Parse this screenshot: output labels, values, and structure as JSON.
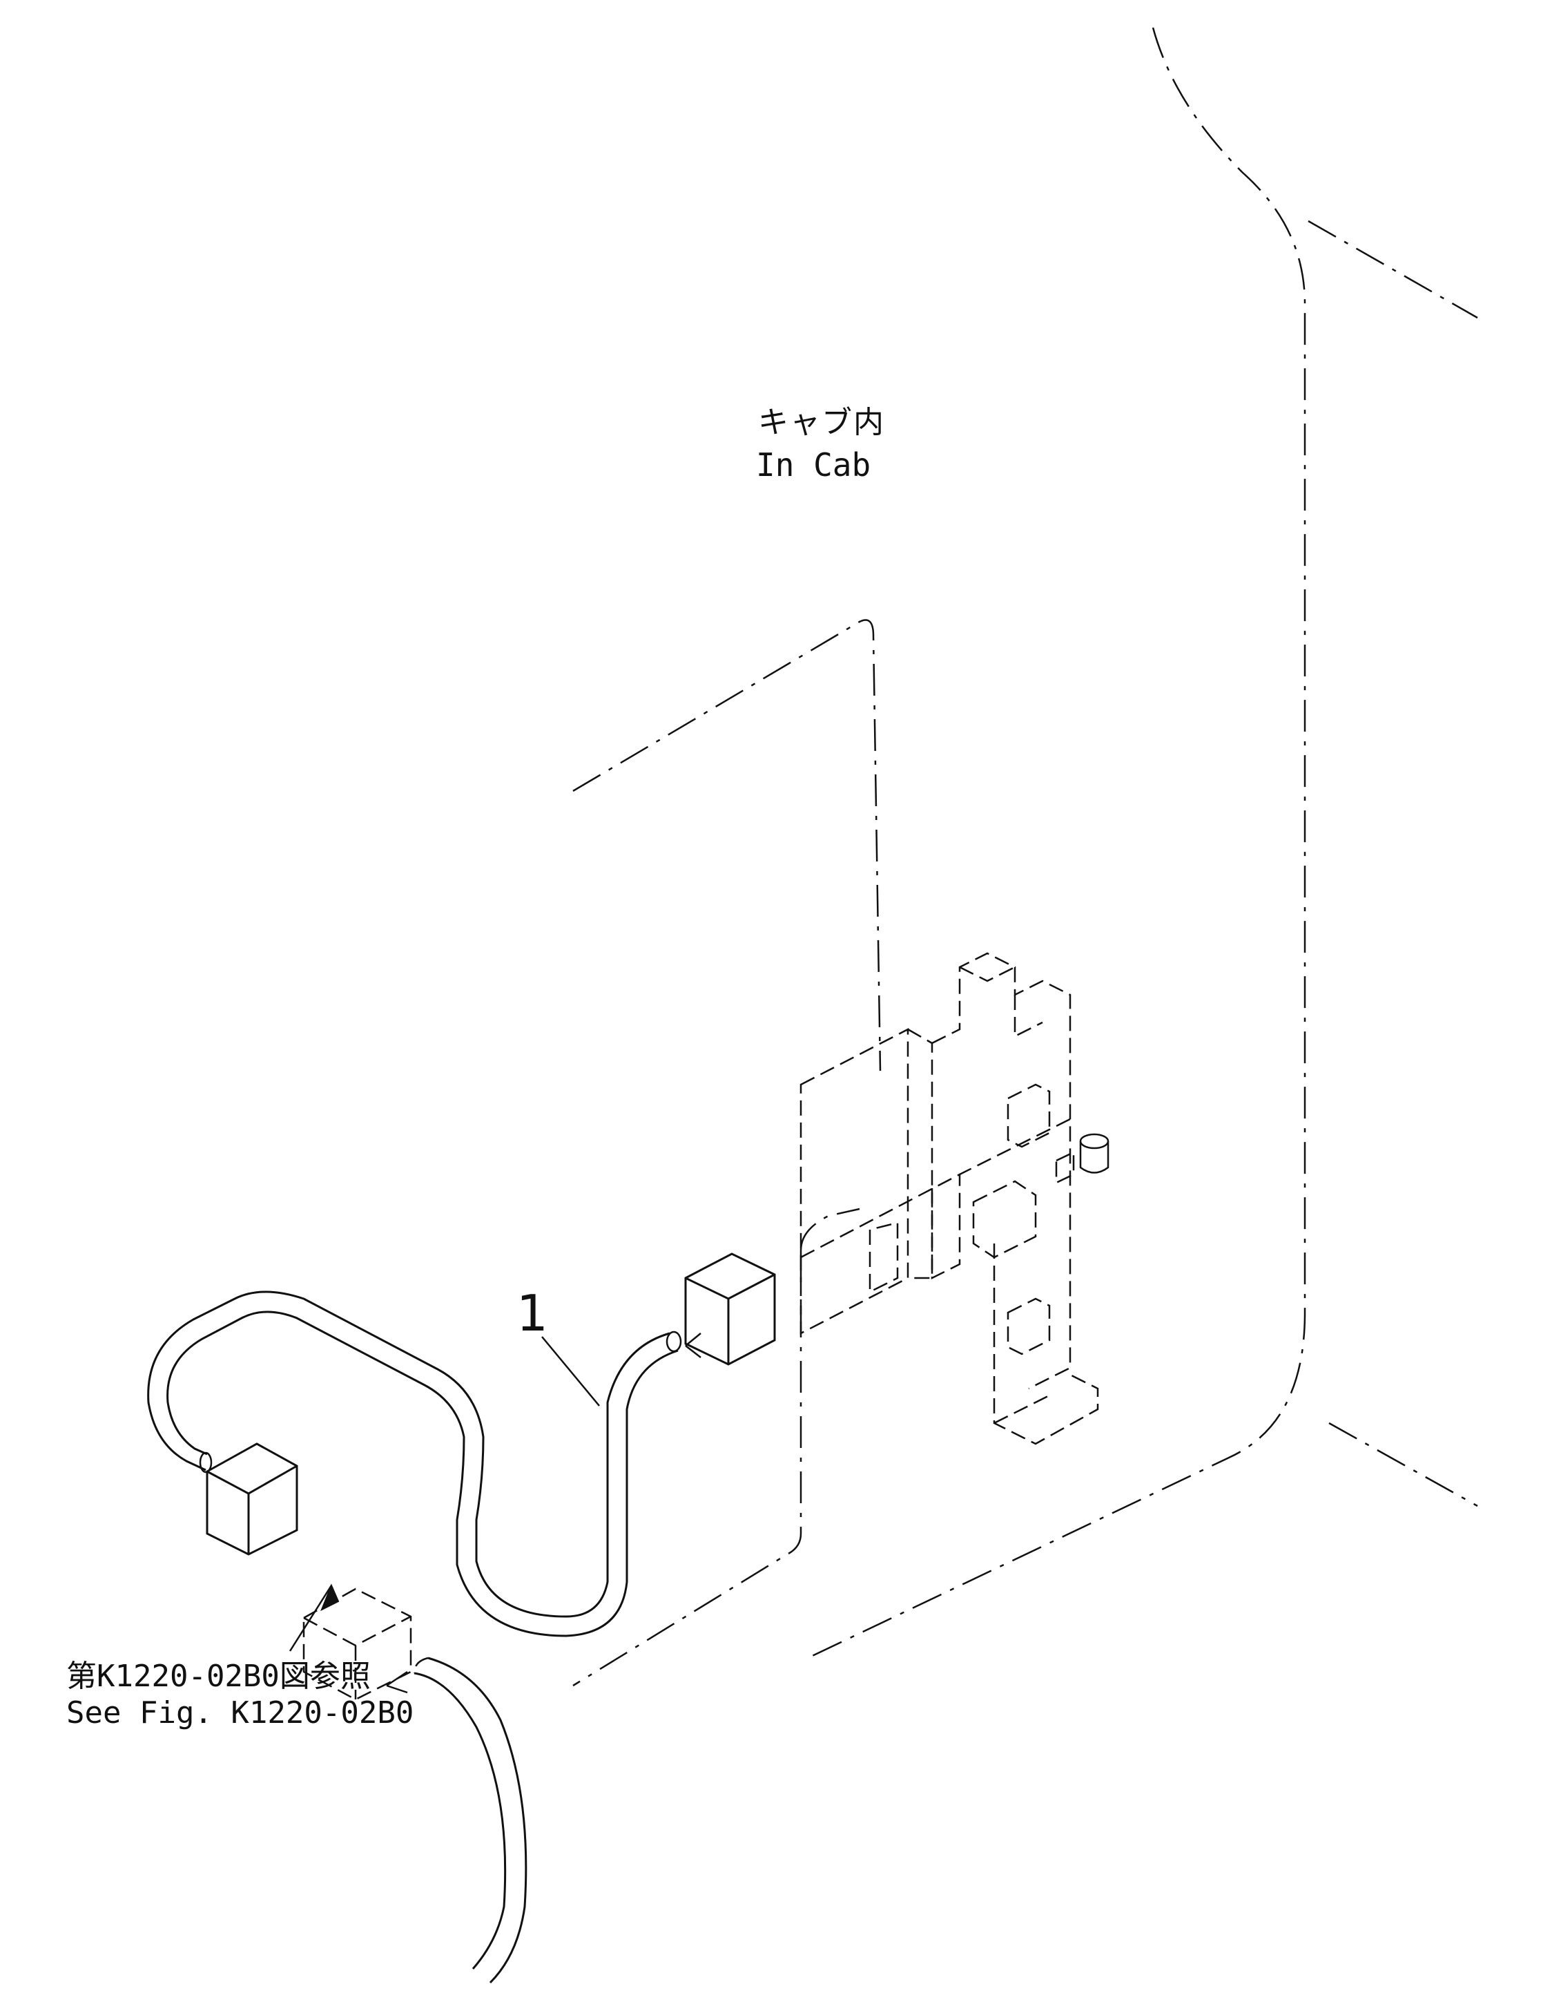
{
  "labels": {
    "location_ja": "キャブ内",
    "location_en": "In Cab",
    "part_callout": "1",
    "reference_ja": "第K1220-02B0図参照",
    "reference_en": "See Fig. K1220-02B0"
  },
  "line_styles": {
    "ink_color": "#111111",
    "background": "#ffffff"
  }
}
